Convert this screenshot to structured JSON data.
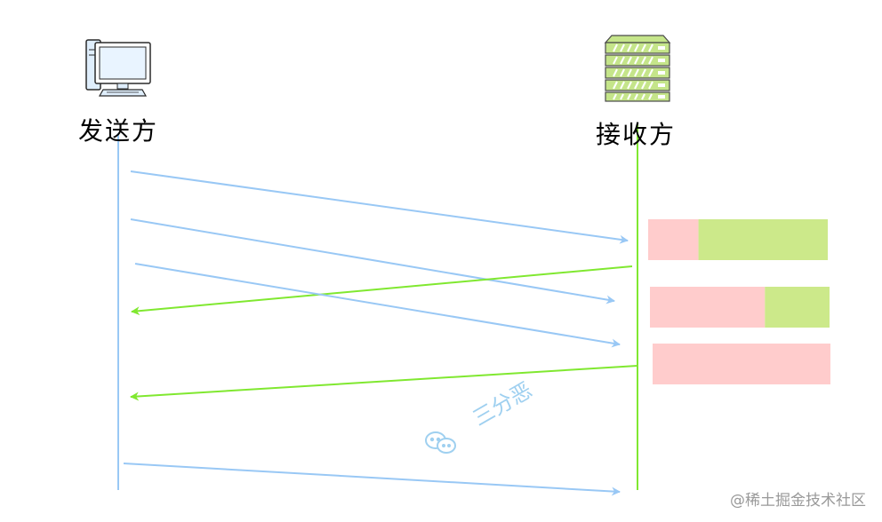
{
  "sender": {
    "label": "发送方",
    "icon": "desktop-computer-icon",
    "color": "#99c8f5"
  },
  "receiver": {
    "label": "接收方",
    "icon": "server-rack-icon",
    "color": "#80e830",
    "icon_color": "#c5e58a"
  },
  "messages": [
    {
      "from": "sender",
      "to": "receiver"
    },
    {
      "from": "sender",
      "to": "receiver"
    },
    {
      "from": "receiver",
      "to": "sender"
    },
    {
      "from": "sender",
      "to": "receiver"
    },
    {
      "from": "receiver",
      "to": "sender"
    },
    {
      "from": "sender",
      "to": "receiver"
    }
  ],
  "buffers": [
    {
      "used_fraction": 0.28
    },
    {
      "used_fraction": 0.64
    },
    {
      "used_fraction": 1.0
    }
  ],
  "buffer_colors": {
    "used": "#ffcccc",
    "free": "#cce98a"
  },
  "watermark": {
    "text": "三分恶",
    "icon": "wechat-icon"
  },
  "footer": {
    "credit": "@稀土掘金技术社区"
  }
}
